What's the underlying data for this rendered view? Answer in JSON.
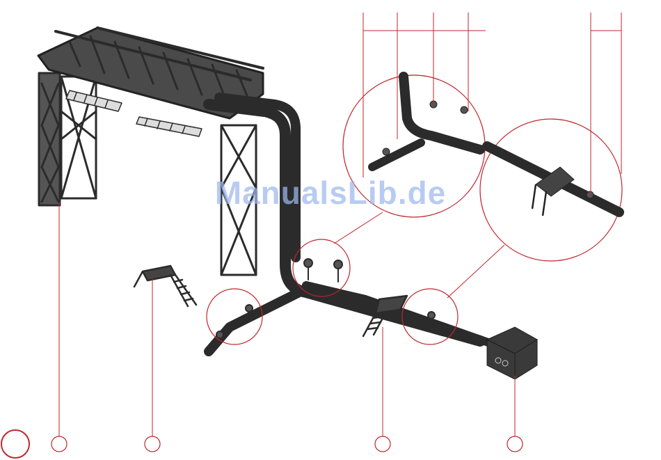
{
  "watermark": {
    "text": "ManualsLib.de"
  },
  "parts": [
    {
      "name": "pipe-bridge-gantry"
    },
    {
      "name": "stair-ladder"
    },
    {
      "name": "stair-on-pipeline"
    },
    {
      "name": "junction-box"
    }
  ],
  "colors": {
    "callout_red": "#c0262c",
    "model_gray": "#3a3a3a",
    "watermark_blue": "#9db8ee"
  },
  "icons": {
    "step_marker": "red-circle-icon",
    "callout": "callout-circle-icon"
  }
}
